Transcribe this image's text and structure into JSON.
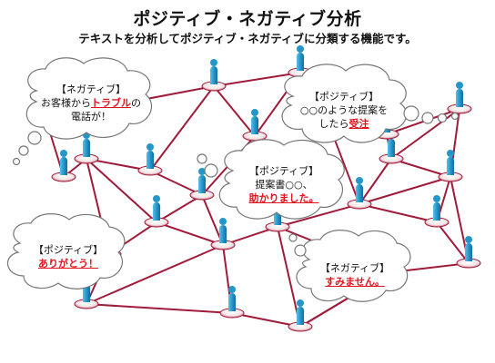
{
  "header": {
    "title": "ポジティブ・ネガティブ分析",
    "subtitle": "テキストを分析してポジティブ・ネガティブに分類する機能です。"
  },
  "bubbles": {
    "b1": {
      "tag": "【ネガティブ】",
      "pre": "お客様から",
      "hl": "トラブル",
      "post": "の",
      "line3": "電話が！"
    },
    "b2": {
      "tag": "【ポジティブ】",
      "line2": "○○のような提案を",
      "pre": "したら",
      "hl": "受注"
    },
    "b3": {
      "tag": "【ポジティブ】",
      "line2": "提案書○○、",
      "hl": "助かりました。"
    },
    "b4": {
      "tag": "【ポジティブ】",
      "hl": "ありがとう！"
    },
    "b5": {
      "tag": "【ネガティブ】",
      "hl": "すみません。"
    }
  },
  "colors": {
    "accent_red": "#e0141e",
    "network_line": "#a01b3a",
    "person": "#2596c8"
  }
}
